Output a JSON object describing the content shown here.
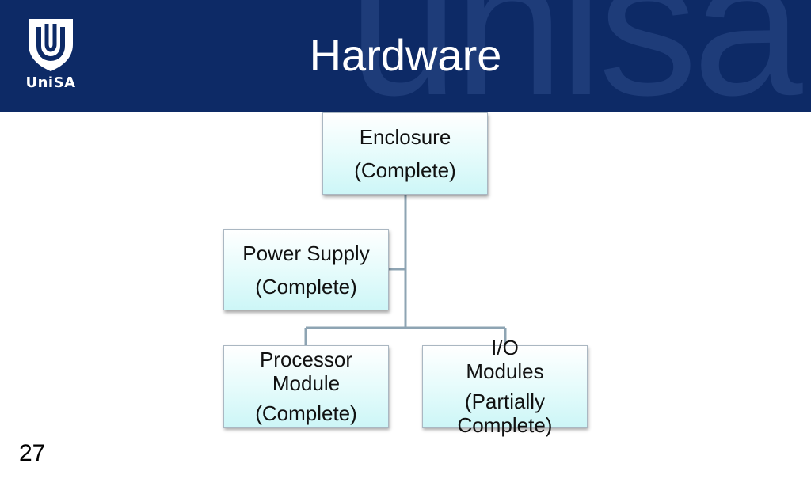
{
  "header": {
    "title": "Hardware",
    "watermark": "unisa",
    "logo_text": "UniSA"
  },
  "diagram": {
    "nodes": {
      "enclosure": {
        "label": "Enclosure",
        "status": "(Complete)"
      },
      "power_supply": {
        "label": "Power Supply",
        "status": "(Complete)"
      },
      "processor_module": {
        "label": "Processor Module",
        "status": "(Complete)"
      },
      "io_modules": {
        "label": "I/O Modules",
        "status": "(Partially Complete)"
      }
    }
  },
  "footer": {
    "slide_number": "27"
  },
  "colors": {
    "header_bg": "#0d2a66",
    "connector": "#8ea4b3",
    "node_fill": "#d4f7f8"
  }
}
